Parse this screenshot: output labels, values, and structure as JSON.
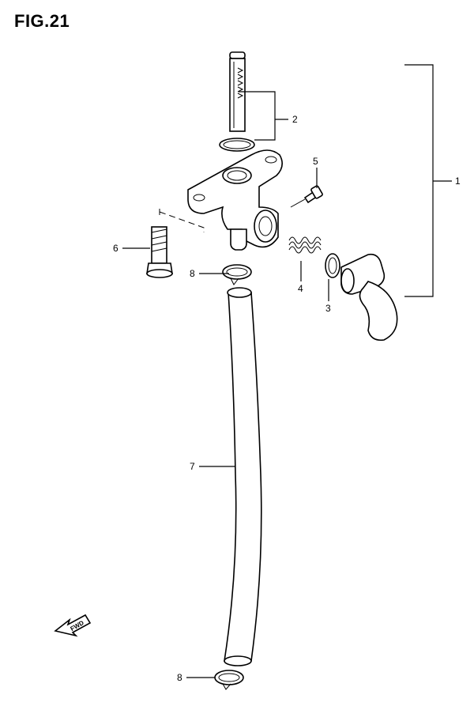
{
  "figure": {
    "title": "FIG.21"
  },
  "callouts": {
    "c1": "1",
    "c2": "2",
    "c3": "3",
    "c4": "4",
    "c5": "5",
    "c6": "6",
    "c7": "7",
    "c8_top": "8",
    "c8_bottom": "8"
  },
  "fwd_label": "FWD"
}
